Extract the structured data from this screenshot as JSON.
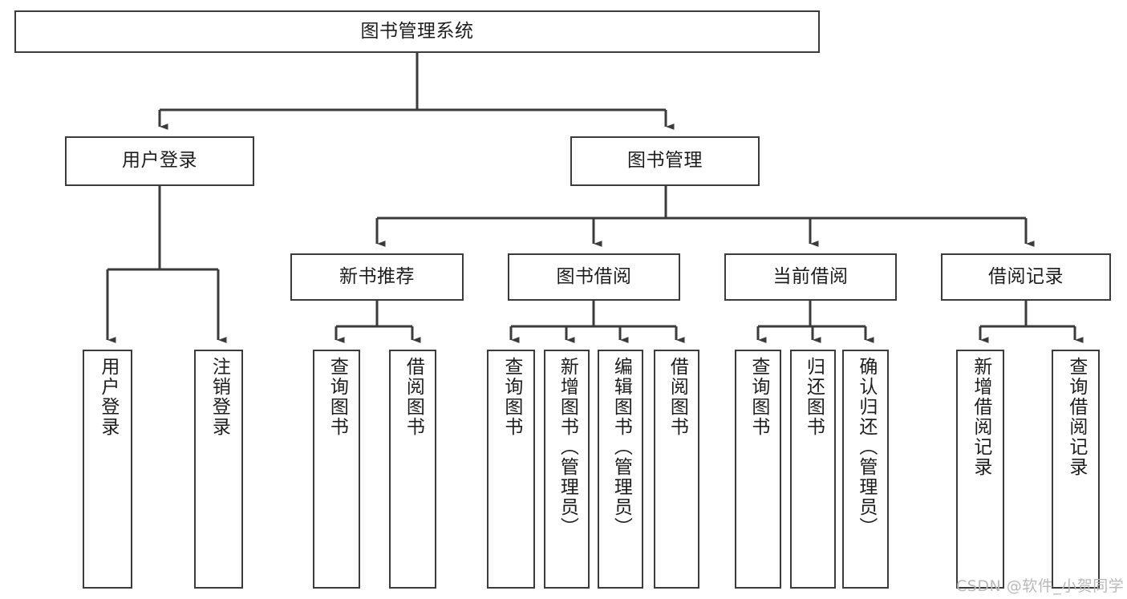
{
  "diagram": {
    "title": "图书管理系统",
    "type": "hierarchy-tree",
    "watermark": "CSDN @软件_小贺同学",
    "colors": {
      "stroke": "#3b3b3b",
      "fill": "#ffffff",
      "text": "#1d1d1d",
      "watermark": "#b9b9b9"
    },
    "levels": {
      "root": {
        "label": "图书管理系统"
      },
      "level2": [
        {
          "label": "用户登录"
        },
        {
          "label": "图书管理"
        }
      ],
      "level3": [
        {
          "label": "新书推荐"
        },
        {
          "label": "图书借阅"
        },
        {
          "label": "当前借阅"
        },
        {
          "label": "借阅记录"
        }
      ]
    },
    "leaves": {
      "user_login": [
        {
          "label": "用户登录"
        },
        {
          "label": "注销登录"
        }
      ],
      "new_book": [
        {
          "label": "查询图书"
        },
        {
          "label": "借阅图书"
        }
      ],
      "book_borrow": [
        {
          "label": "查询图书"
        },
        {
          "label": "新增图书（管理员）"
        },
        {
          "label": "编辑图书（管理员）"
        },
        {
          "label": "借阅图书"
        }
      ],
      "current_borrow": [
        {
          "label": "查询图书"
        },
        {
          "label": "归还图书"
        },
        {
          "label": "确认归还（管理员）"
        }
      ],
      "borrow_record": [
        {
          "label": "新增借阅记录"
        },
        {
          "label": "查询借阅记录"
        }
      ]
    }
  }
}
